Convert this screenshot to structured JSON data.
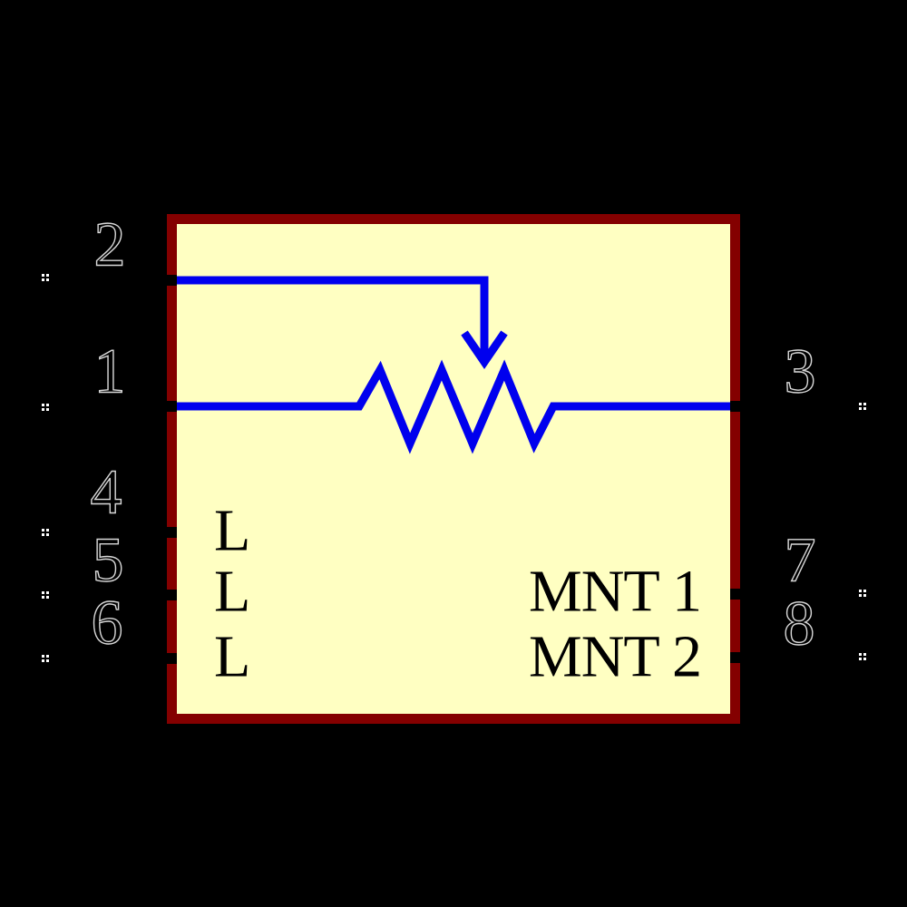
{
  "colors": {
    "background": "#000000",
    "body-fill": "#FFFFC2",
    "body-outline": "#840000",
    "wire": "#0000EE",
    "pin-number-outline": "#D8D8D8",
    "pin-label": "#000000",
    "pin-marker": "#FFFFFF",
    "junction": "#000000"
  },
  "symbol": {
    "type": "potentiometer-schematic-symbol",
    "pins_left": [
      {
        "number": "2",
        "label": ""
      },
      {
        "number": "1",
        "label": ""
      },
      {
        "number": "4",
        "label": "L"
      },
      {
        "number": "5",
        "label": "L"
      },
      {
        "number": "6",
        "label": "L"
      }
    ],
    "pins_right": [
      {
        "number": "3",
        "label": ""
      },
      {
        "number": "7",
        "label": "MNT 1"
      },
      {
        "number": "8",
        "label": "MNT 2"
      }
    ]
  }
}
